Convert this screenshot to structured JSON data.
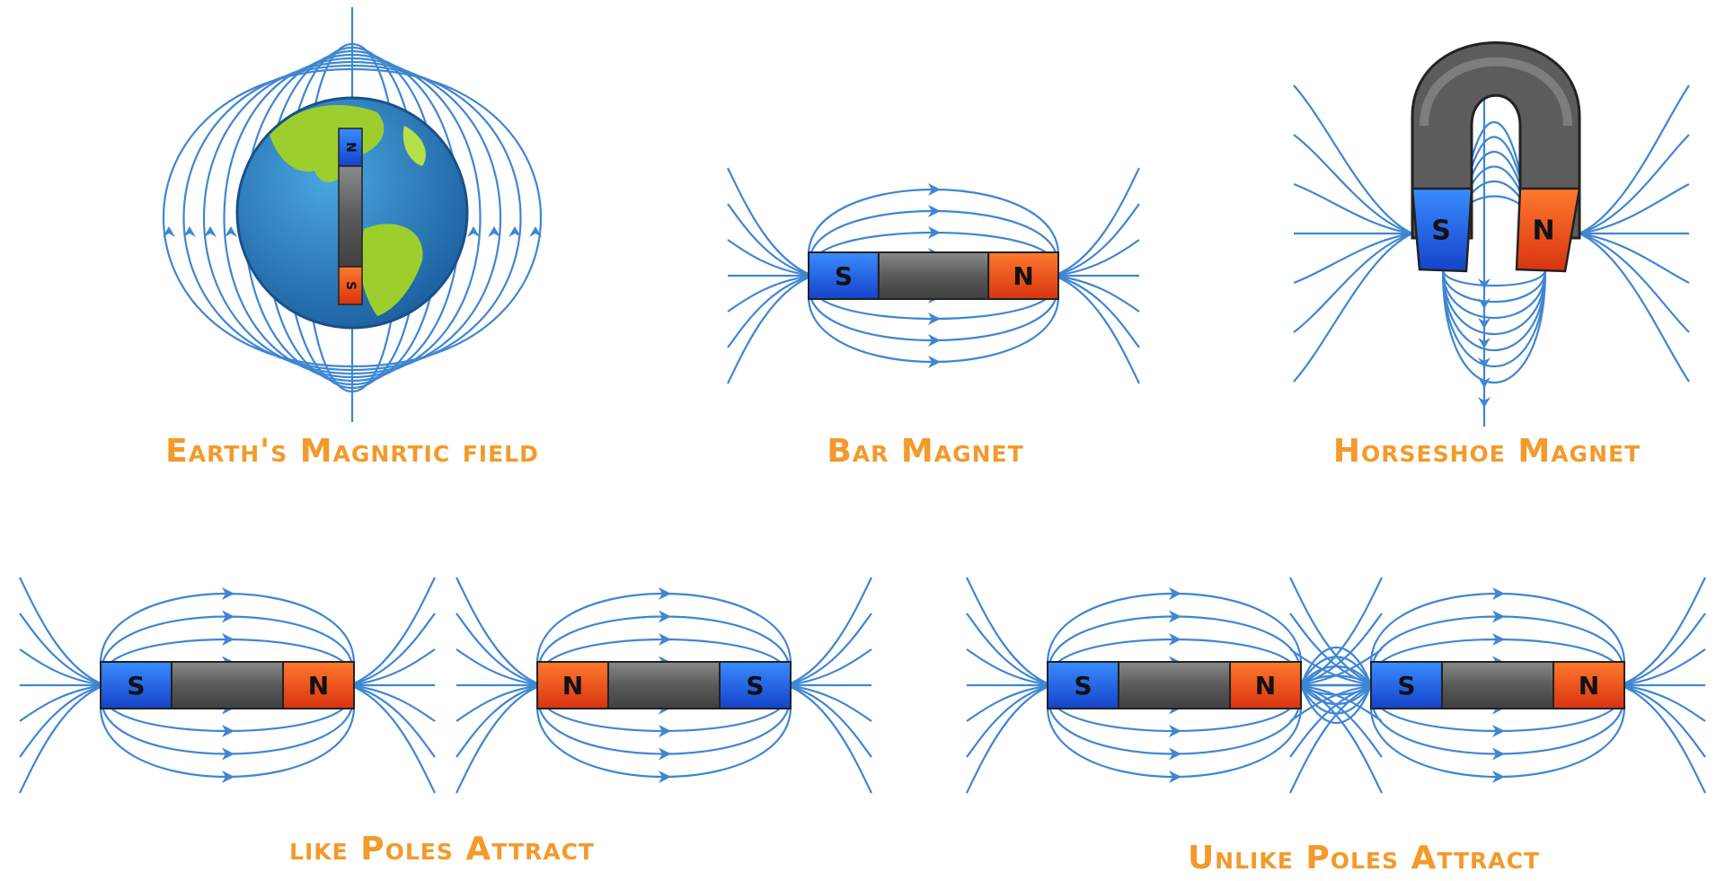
{
  "colors": {
    "field_line": "#3f86d3",
    "south_pole": "#1f5fe8",
    "north_pole": "#f04a14",
    "magnet_body": "#5f5f5f",
    "caption": "#f39a2b",
    "earth_ocean": "#2c7fc1",
    "earth_land": "#9ccf2e"
  },
  "panels": [
    {
      "id": "earth",
      "caption": "Earth's Magnrtic field",
      "poles": [
        "N",
        "S"
      ],
      "icon": "earth-globe-icon"
    },
    {
      "id": "bar",
      "caption": "Bar Magnet",
      "poles": [
        "S",
        "N"
      ]
    },
    {
      "id": "horseshoe",
      "caption": "Horseshoe Magnet",
      "poles": [
        "S",
        "N"
      ]
    },
    {
      "id": "like",
      "caption": "like Poles Attract",
      "magnets": [
        [
          "S",
          "N"
        ],
        [
          "N",
          "S"
        ]
      ]
    },
    {
      "id": "unlike",
      "caption": "Unlike Poles Attract",
      "magnets": [
        [
          "S",
          "N"
        ],
        [
          "S",
          "N"
        ]
      ]
    }
  ]
}
